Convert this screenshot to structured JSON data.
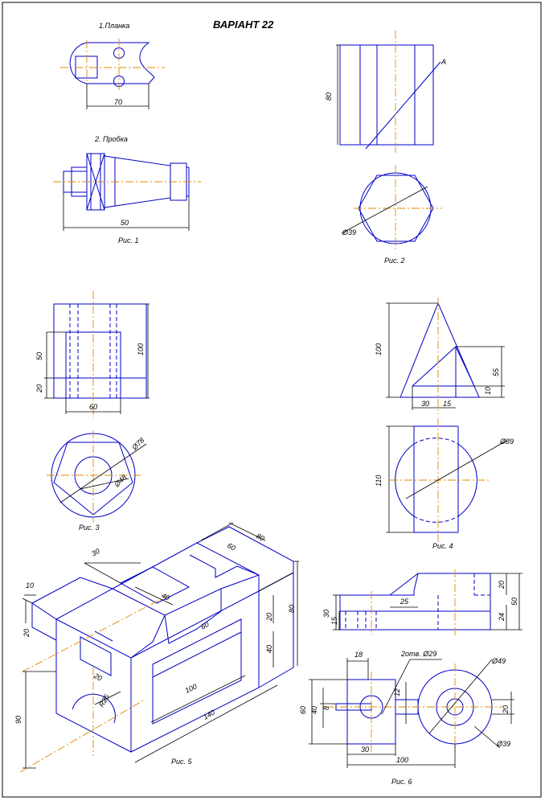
{
  "sheet": {
    "title": "ВАРІАНТ 22"
  },
  "fig1": {
    "part1_label": "1.Планка",
    "part2_label": "2. Пробка",
    "dim_plank_width": "70",
    "dim_plug_length": "50",
    "caption": "Рис. 1"
  },
  "fig2": {
    "dim_height": "80",
    "dim_diameter": "Ø39",
    "marker": "A",
    "caption": "Рис. 2"
  },
  "fig3": {
    "dim_50": "50",
    "dim_20": "20",
    "dim_100": "100",
    "dim_60": "60",
    "dim_outer": "Ø78",
    "dim_inner": "Ø48",
    "caption": "Рис. 3"
  },
  "fig4": {
    "dim_100": "100",
    "dim_55": "55",
    "dim_10": "10",
    "dim_30": "30",
    "dim_15": "15",
    "dim_110": "110",
    "dim_diameter": "Ø89",
    "caption": "Рис. 4"
  },
  "fig5": {
    "dim_10": "10",
    "dim_20_left": "20",
    "dim_30": "30",
    "dim_40_slot": "40",
    "dim_60_top": "60",
    "dim_80_top": "80",
    "dim_60_mid": "60",
    "dim_20_right": "20",
    "dim_40_right": "40",
    "dim_80_right": "80",
    "dim_20_bottom": "20",
    "dim_r25": "R25",
    "dim_100": "100",
    "dim_140": "140",
    "dim_90": "90",
    "caption": "Рис. 5"
  },
  "fig6": {
    "dim_30_left": "30",
    "dim_15": "15",
    "dim_25": "25",
    "dim_20_top": "20",
    "dim_50": "50",
    "dim_24": "24",
    "dim_18": "18",
    "dim_holes": "2отв. Ø29",
    "dim_d49": "Ø49",
    "dim_60": "60",
    "dim_8": "8",
    "dim_12": "12",
    "dim_20_right": "20",
    "dim_40": "40",
    "dim_d39": "Ø39",
    "dim_30_bottom": "30",
    "dim_100": "100",
    "caption": "Рис. 6"
  }
}
